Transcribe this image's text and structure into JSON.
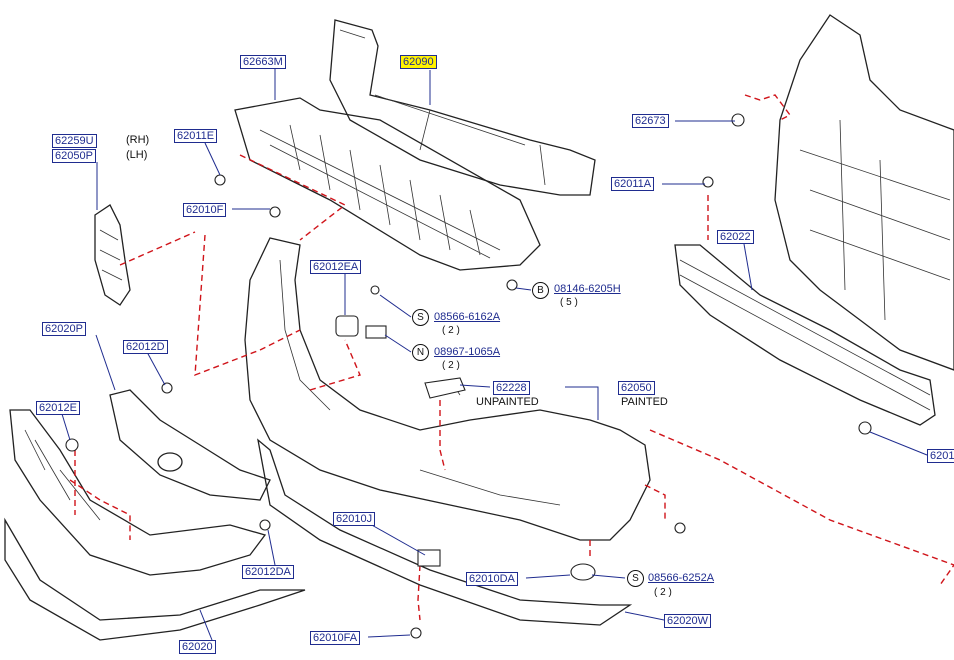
{
  "labels": {
    "p62090": "62090",
    "p62663M": "62663M",
    "p62259U": "62259U",
    "p62050P": "62050P",
    "rh": "(RH)",
    "lh": "(LH)",
    "p62011E": "62011E",
    "p62010F": "62010F",
    "p62012EA": "62012EA",
    "p62020P": "62020P",
    "p62012D": "62012D",
    "p62012E": "62012E",
    "p62012DA": "62012DA",
    "p62020": "62020",
    "p62673": "62673",
    "p62011A": "62011A",
    "p62022": "62022",
    "p08146": "08146-6205H",
    "qty5": "( 5 )",
    "p08566_6162A": "08566-6162A",
    "qty2a": "( 2 )",
    "p08967": "08967-1065A",
    "qty2b": "( 2 )",
    "p62228": "62228",
    "unpainted": "UNPAINTED",
    "p62050": "62050",
    "painted": "PAINTED",
    "p62010J": "62010J",
    "p62010DA": "62010DA",
    "p08566_6252A": "08566-6252A",
    "qty2c": "( 2 )",
    "p62020W": "62020W",
    "p62010FA": "62010FA",
    "p6201_cut": "6201",
    "circB": "B",
    "circS1": "S",
    "circN": "N",
    "circS2": "S"
  },
  "colors": {
    "label_text": "#1f2c8f",
    "highlight": "#fff200",
    "dashed_line": "#d0141a",
    "drawing": "#222222"
  },
  "highlighted_part": "62090"
}
